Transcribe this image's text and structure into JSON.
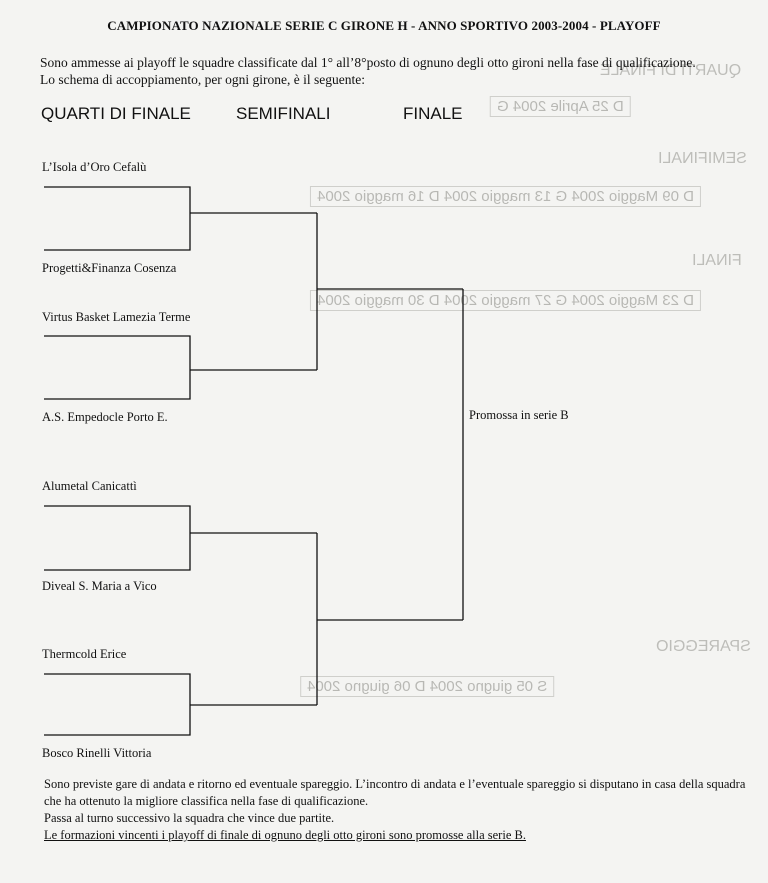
{
  "title": "CAMPIONATO NAZIONALE SERIE C GIRONE H - ANNO SPORTIVO 2003-2004 - PLAYOFF",
  "intro": "Sono ammesse ai playoff le squadre classificate dal 1° all’8°posto di ognuno degli otto gironi nella fase di qualificazione. Lo schema di accoppiamento, per ogni girone, è il seguente:",
  "headers": {
    "quarti": "QUARTI DI FINALE",
    "semi": "SEMIFINALI",
    "finale": "FINALE"
  },
  "teams": [
    "L’Isola d’Oro Cefalù",
    "Progetti&Finanza Cosenza",
    "Virtus Basket Lamezia Terme",
    "A.S. Empedocle Porto E.",
    "Alumetal Canicattì",
    "Diveal S. Maria a Vico",
    "Thermcold Erice",
    "Bosco Rinelli Vittoria"
  ],
  "winner_label": "Promossa in serie B",
  "footer": {
    "line1": "Sono previste gare di andata e ritorno ed eventuale spareggio. L’incontro di andata e l’eventuale spareggio si disputano in casa della squadra che ha ottenuto la migliore classifica nella fase di qualificazione.",
    "line2": "Passa al turno successivo la squadra che vince due partite.",
    "line3": "Le formazioni vincenti i  playoff di finale di ognuno degli otto gironi sono promosse alla serie B."
  }
}
